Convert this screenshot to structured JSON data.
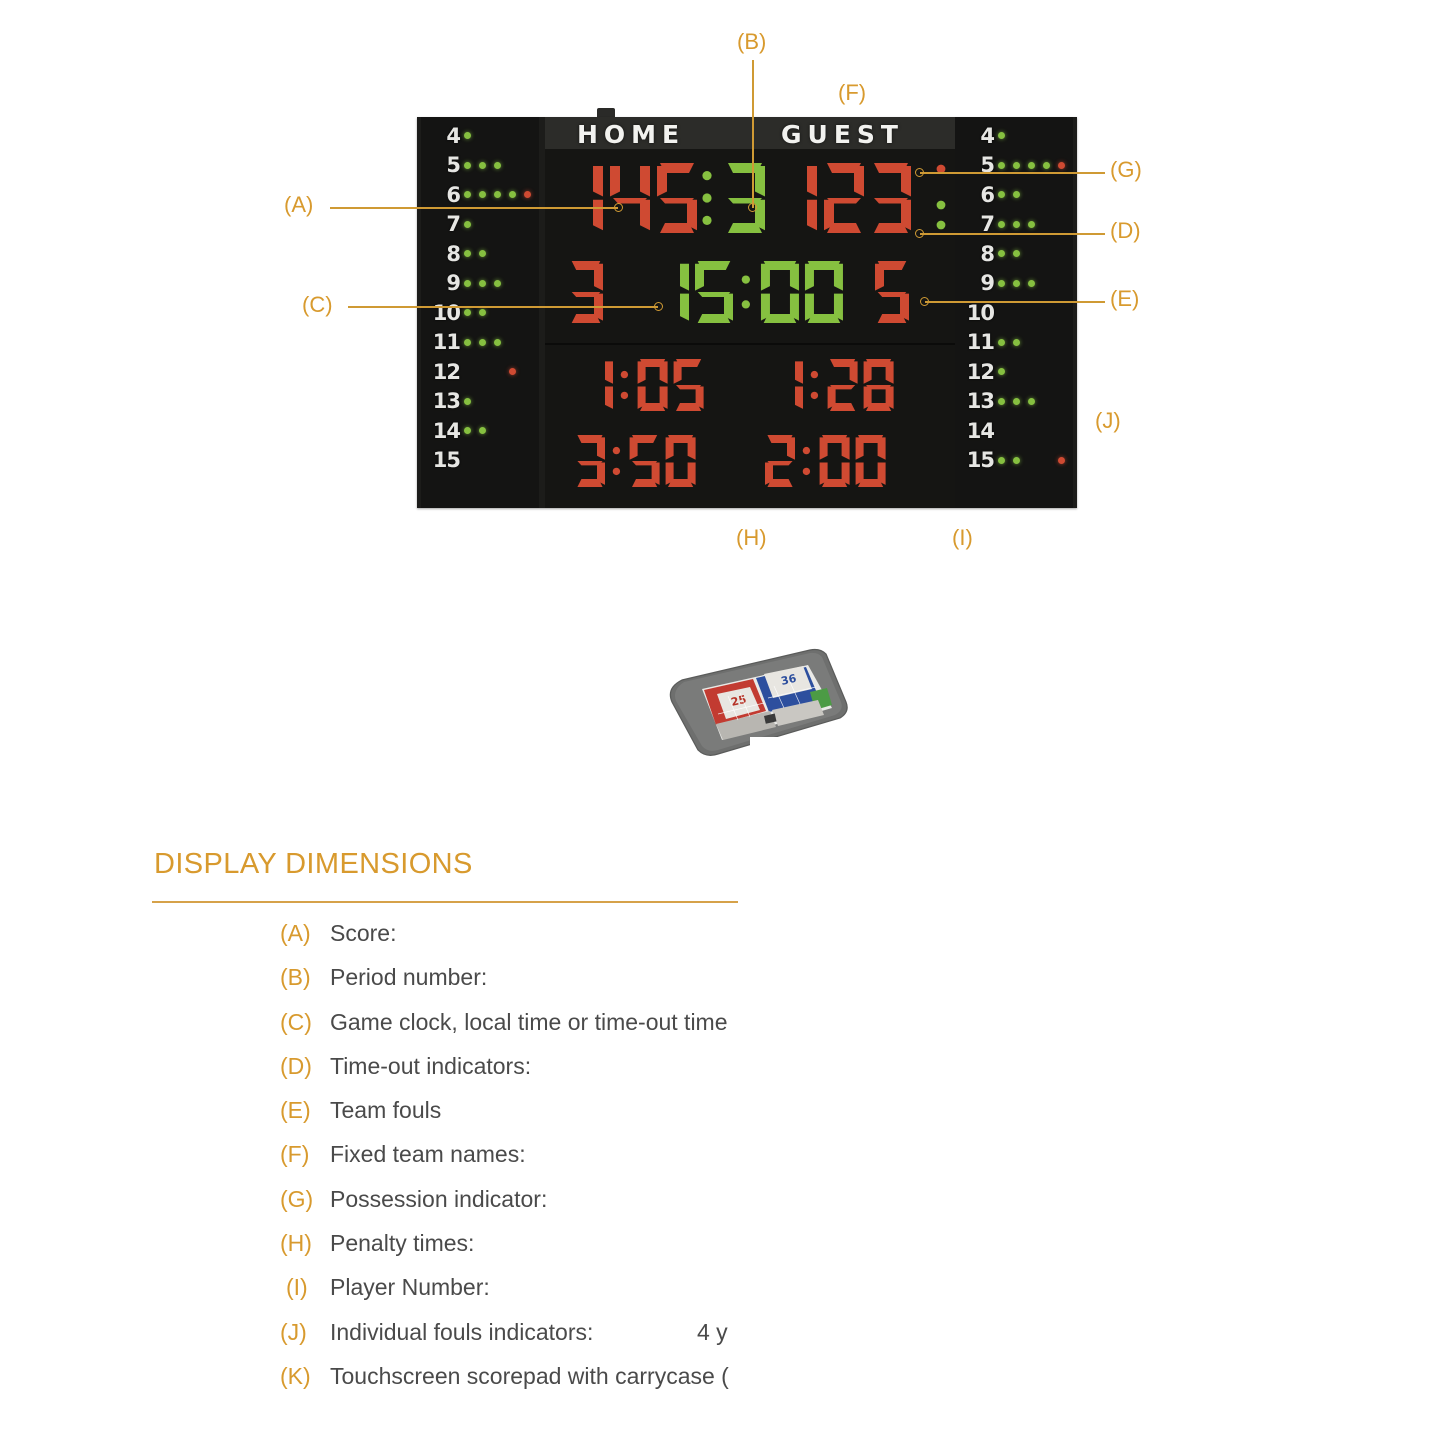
{
  "scoreboard": {
    "team_names": {
      "home": "HOME",
      "guest": "GUEST"
    },
    "score": {
      "home": "145",
      "guest": "123"
    },
    "period": "3",
    "game_clock": "15:00",
    "team_fouls": {
      "home": "3",
      "guest": "5"
    },
    "penalties": {
      "home_top": "1:05",
      "guest_top": "1:28",
      "home_bottom": "3:50",
      "guest_bottom": "2:00"
    },
    "left_panel": {
      "label": "home-player-fouls",
      "rows": [
        {
          "number": "4",
          "dots": [
            "g",
            "off",
            "off",
            "off",
            "off"
          ]
        },
        {
          "number": "5",
          "dots": [
            "g",
            "g",
            "g",
            "off",
            "off"
          ]
        },
        {
          "number": "6",
          "dots": [
            "g",
            "g",
            "g",
            "g",
            "r"
          ]
        },
        {
          "number": "7",
          "dots": [
            "g",
            "off",
            "off",
            "off",
            "off"
          ]
        },
        {
          "number": "8",
          "dots": [
            "g",
            "g",
            "off",
            "off",
            "off"
          ]
        },
        {
          "number": "9",
          "dots": [
            "g",
            "g",
            "g",
            "off",
            "off"
          ]
        },
        {
          "number": "10",
          "dots": [
            "g",
            "g",
            "off",
            "off",
            "off"
          ]
        },
        {
          "number": "11",
          "dots": [
            "g",
            "g",
            "g",
            "off",
            "off"
          ]
        },
        {
          "number": "12",
          "dots": [
            "off",
            "off",
            "off",
            "r",
            "off"
          ]
        },
        {
          "number": "13",
          "dots": [
            "g",
            "off",
            "off",
            "off",
            "off"
          ]
        },
        {
          "number": "14",
          "dots": [
            "g",
            "g",
            "off",
            "off",
            "off"
          ]
        },
        {
          "number": "15",
          "dots": [
            "off",
            "off",
            "off",
            "off",
            "off"
          ]
        }
      ]
    },
    "right_panel": {
      "label": "guest-player-fouls",
      "rows": [
        {
          "number": "4",
          "dots": [
            "g",
            "off",
            "off",
            "off",
            "off"
          ]
        },
        {
          "number": "5",
          "dots": [
            "g",
            "g",
            "g",
            "g",
            "r"
          ]
        },
        {
          "number": "6",
          "dots": [
            "g",
            "g",
            "off",
            "off",
            "off"
          ]
        },
        {
          "number": "7",
          "dots": [
            "g",
            "g",
            "g",
            "off",
            "off"
          ]
        },
        {
          "number": "8",
          "dots": [
            "g",
            "g",
            "off",
            "off",
            "off"
          ]
        },
        {
          "number": "9",
          "dots": [
            "g",
            "g",
            "g",
            "off",
            "off"
          ]
        },
        {
          "number": "10",
          "dots": [
            "off",
            "off",
            "off",
            "off",
            "off"
          ]
        },
        {
          "number": "11",
          "dots": [
            "g",
            "g",
            "off",
            "off",
            "off"
          ]
        },
        {
          "number": "12",
          "dots": [
            "g",
            "off",
            "off",
            "off",
            "off"
          ]
        },
        {
          "number": "13",
          "dots": [
            "g",
            "g",
            "g",
            "off",
            "off"
          ]
        },
        {
          "number": "14",
          "dots": [
            "off",
            "off",
            "off",
            "off",
            "off"
          ]
        },
        {
          "number": "15",
          "dots": [
            "g",
            "g",
            "off",
            "off",
            "r"
          ]
        }
      ]
    },
    "indicators": {
      "home_possession": "red-dot",
      "guest_possession": "red-dot",
      "home_timeout": "green-dot",
      "guest_timeout": "green-dot"
    },
    "colors": {
      "digit_red": "#cf4a32",
      "digit_green": "#86c040",
      "body": "#1c1c1a",
      "panel": "#141413",
      "name_bar": "#2c2c29",
      "accent": "#d89a2e"
    }
  },
  "callouts": [
    {
      "key": "(A)",
      "target": "score"
    },
    {
      "key": "(B)",
      "target": "period-number"
    },
    {
      "key": "(C)",
      "target": "game-clock"
    },
    {
      "key": "(D)",
      "target": "time-out-indicator"
    },
    {
      "key": "(E)",
      "target": "team-fouls"
    },
    {
      "key": "(F)",
      "target": "fixed-team-names"
    },
    {
      "key": "(G)",
      "target": "possession-indicator"
    },
    {
      "key": "(H)",
      "target": "penalty-times"
    },
    {
      "key": "(I)",
      "target": "player-number"
    },
    {
      "key": "(J)",
      "target": "individual-fouls-indicators"
    }
  ],
  "section": {
    "title": "DISPLAY DIMENSIONS",
    "rows": [
      {
        "key": "(A)",
        "text": "Score:",
        "value": ""
      },
      {
        "key": "(B)",
        "text": "Period number:",
        "value": ""
      },
      {
        "key": "(C)",
        "text": "Game clock, local time or time-out time",
        "value": ""
      },
      {
        "key": "(D)",
        "text": "Time-out indicators:",
        "value": ""
      },
      {
        "key": "(E)",
        "text": "Team fouls",
        "value": ""
      },
      {
        "key": "(F)",
        "text": "Fixed team names:",
        "value": ""
      },
      {
        "key": "(G)",
        "text": "Possession indicator:",
        "value": ""
      },
      {
        "key": "(H)",
        "text": "Penalty times:",
        "value": ""
      },
      {
        "key": "(I)",
        "text": "Player Number:",
        "value": ""
      },
      {
        "key": "(J)",
        "text": "Individual fouls indicators:",
        "value": "4 y"
      },
      {
        "key": "(K)",
        "text": "Touchscreen scorepad with carrycase (",
        "value": ""
      }
    ]
  },
  "scorepad": {
    "label": "touchscreen-scorepad",
    "screen_values": {
      "left": "25",
      "right": "36"
    }
  }
}
